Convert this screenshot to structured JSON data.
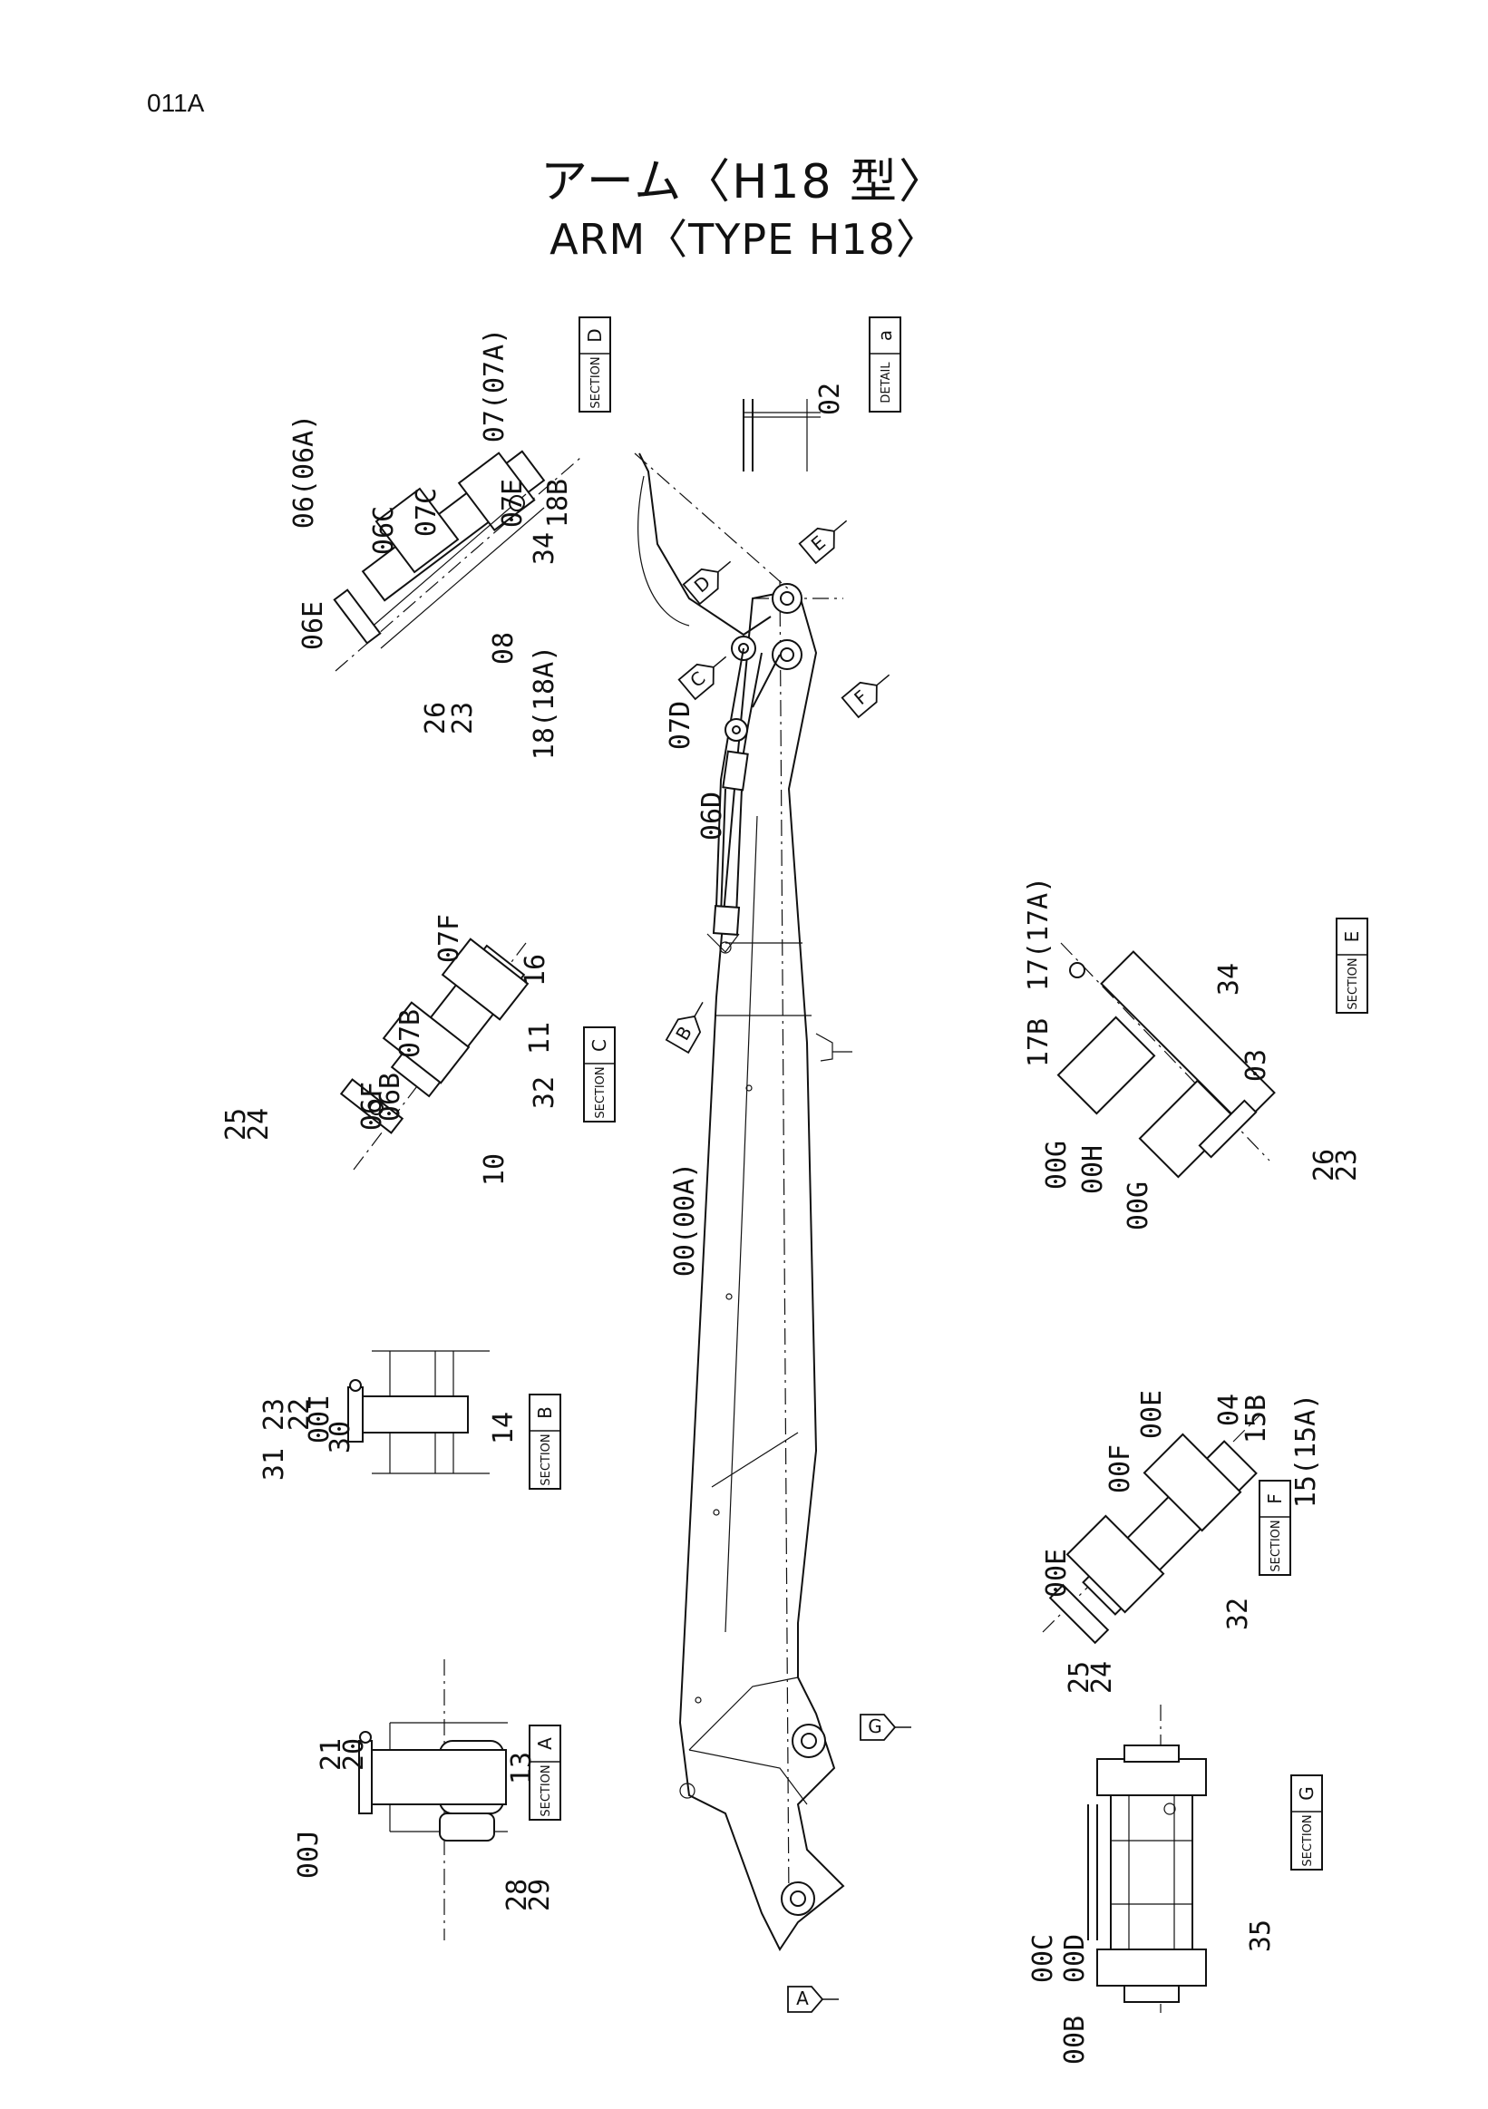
{
  "page_code": "011A",
  "title_jp": "アーム〈H18 型〉",
  "title_en": "ARM〈TYPE  H18〉",
  "section_tags": [
    {
      "id": "D",
      "text": "SECTION"
    },
    {
      "id": "a",
      "text": "DETAIL"
    },
    {
      "id": "C",
      "text": "SECTION"
    },
    {
      "id": "E",
      "text": "SECTION"
    },
    {
      "id": "B",
      "text": "SECTION"
    },
    {
      "id": "F",
      "text": "SECTION"
    },
    {
      "id": "A",
      "text": "SECTION"
    },
    {
      "id": "G",
      "text": "SECTION"
    }
  ],
  "view_markers": [
    "D",
    "E",
    "C",
    "F",
    "B",
    "G",
    "A"
  ],
  "part_labels": {
    "secD": [
      "06(06A)",
      "07C",
      "07(07A)",
      "07E",
      "18B",
      "06C",
      "06E",
      "26",
      "23",
      "08",
      "34",
      "18(18A)"
    ],
    "detailA": [
      "02"
    ],
    "main": [
      "07D",
      "06D",
      "00(00A)"
    ],
    "secC": [
      "07F",
      "07B",
      "06B",
      "06F",
      "25",
      "24",
      "16",
      "11",
      "32",
      "10"
    ],
    "secE": [
      "17(17A)",
      "17B",
      "34",
      "03",
      "00G",
      "00H",
      "00G",
      "26",
      "23"
    ],
    "secB": [
      "23",
      "22",
      "00I",
      "30",
      "31",
      "14"
    ],
    "secF": [
      "00F",
      "00E",
      "04",
      "15B",
      "15(15A)",
      "00E",
      "25",
      "24",
      "32"
    ],
    "secA": [
      "21",
      "20",
      "13",
      "00J",
      "28",
      "29"
    ],
    "secG": [
      "00C",
      "00D",
      "00B",
      "35"
    ]
  }
}
